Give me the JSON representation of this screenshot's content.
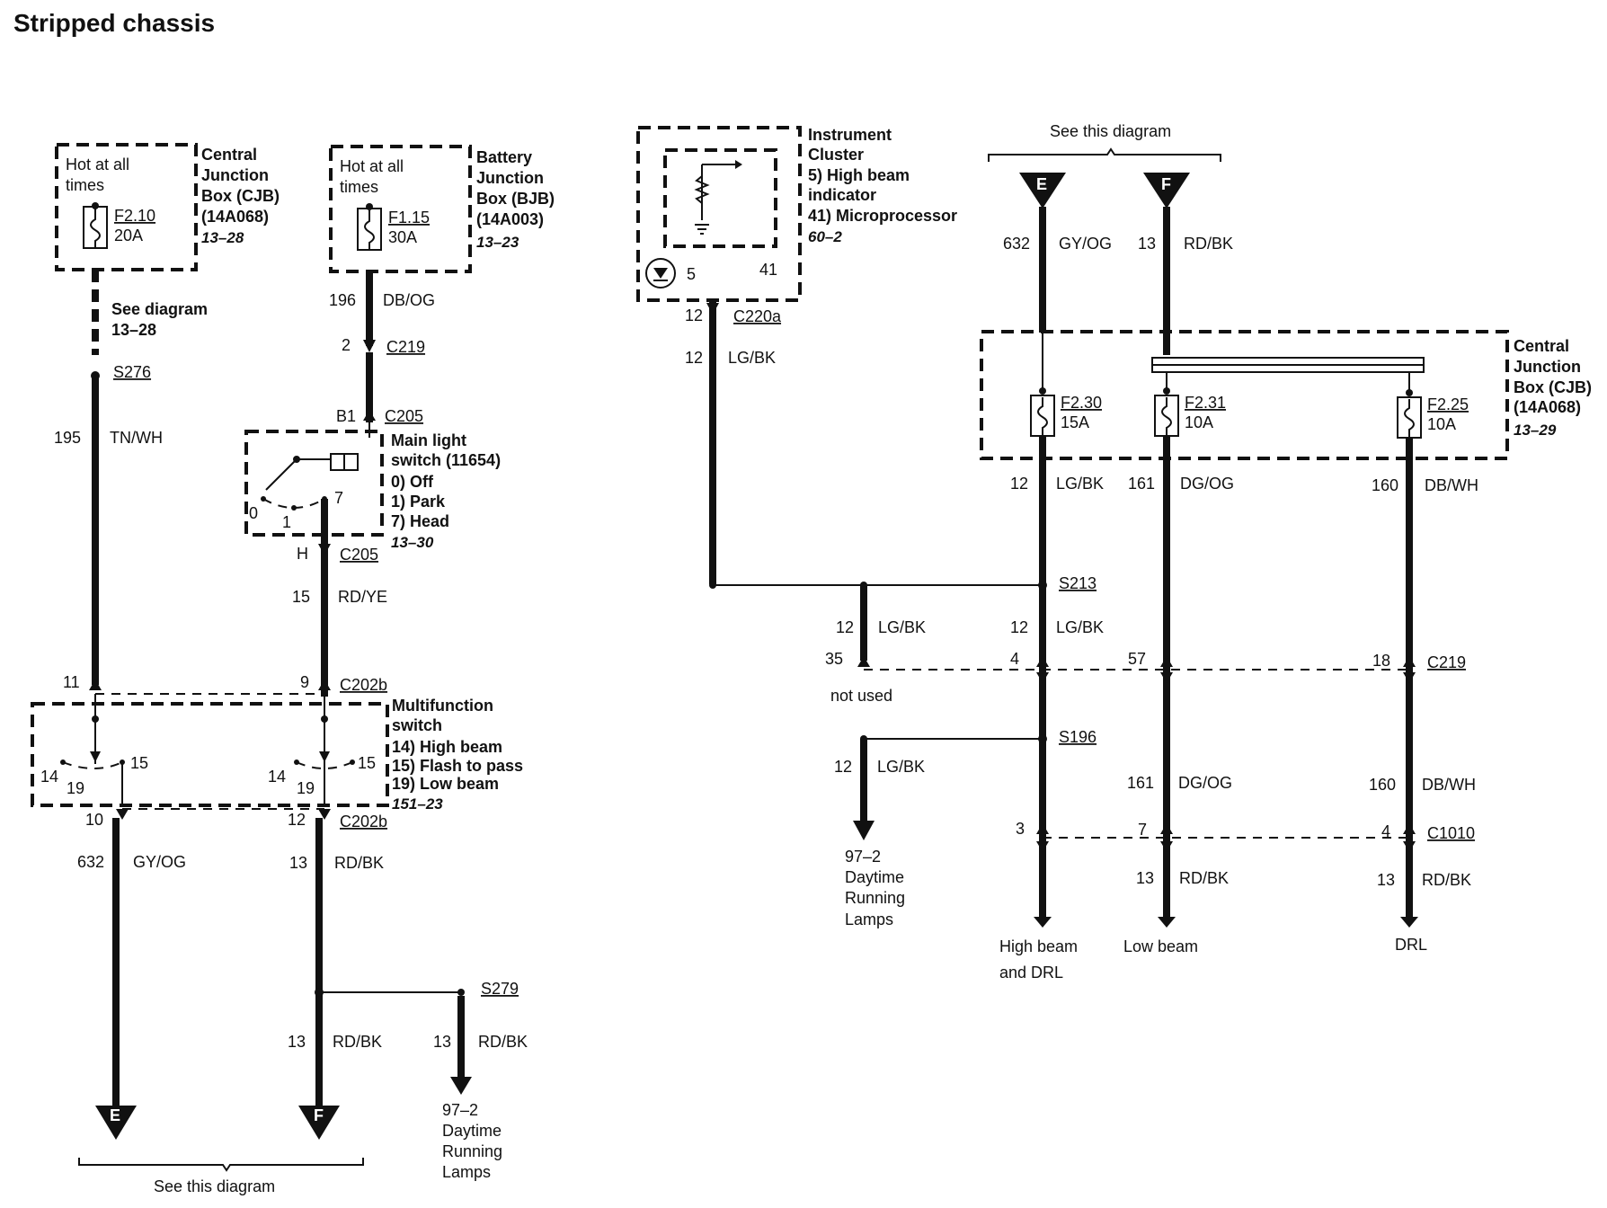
{
  "title": "Stripped chassis",
  "left": {
    "cjb": {
      "hot": [
        "Hot at all",
        "times"
      ],
      "fuse": "F2.10",
      "amps": "20A",
      "name": [
        "Central",
        "Junction",
        "Box (CJB)",
        "(14A068)"
      ],
      "ref": "13–28"
    },
    "bjb": {
      "hot": [
        "Hot at all",
        "times"
      ],
      "fuse": "F1.15",
      "amps": "30A",
      "name": [
        "Battery",
        "Junction",
        "Box (BJB)",
        "(14A003)"
      ],
      "ref": "13–23"
    },
    "see_diagram": [
      "See diagram",
      "13–28"
    ],
    "s276": "S276",
    "w195": "195",
    "w195c": "TN/WH",
    "w196": "196",
    "w196c": "DB/OG",
    "c219_pin": "2",
    "c219": "C219",
    "b1": "B1",
    "c205_top": "C205",
    "main_switch": {
      "title": [
        "Main light",
        "switch (11654)"
      ],
      "items": [
        "0) Off",
        "1) Park",
        "7) Head"
      ],
      "ref": "13–30",
      "p0": "0",
      "p1": "1",
      "p7": "7"
    },
    "h": "H",
    "c205_bot": "C205",
    "w15": "15",
    "w15c": "RD/YE",
    "p11": "11",
    "p9": "9",
    "c202b_top": "C202b",
    "mfs": {
      "title": [
        "Multifunction",
        "switch"
      ],
      "items": [
        "14) High beam",
        "15) Flash to pass",
        "19) Low beam"
      ],
      "ref": "151–23",
      "p14": "14",
      "p15": "15",
      "p19": "19"
    },
    "p10": "10",
    "p12": "12",
    "c202b_bot": "C202b",
    "w632": "632",
    "w632c": "GY/OG",
    "w13": "13",
    "w13c": "RD/BK",
    "s279": "S279",
    "w13b": "13",
    "w13bc": "RD/BK",
    "w13c2": "13",
    "w13cc": "RD/BK",
    "drl": [
      "97–2",
      "Daytime",
      "Running",
      "Lamps"
    ],
    "conn_e": "E",
    "conn_f": "F",
    "see_this": "See this diagram"
  },
  "right": {
    "ic": {
      "title": [
        "Instrument",
        "Cluster",
        "5) High beam",
        "indicator",
        "41) Microprocessor"
      ],
      "ref": "60–2",
      "p5": "5",
      "p41": "41"
    },
    "w12a": "12",
    "c220a": "C220a",
    "w12b": "12",
    "w12bc": "LG/BK",
    "see_this": "See this diagram",
    "conn_e": "E",
    "conn_f": "F",
    "w632": "632",
    "w632c": "GY/OG",
    "w13": "13",
    "w13c": "RD/BK",
    "cjb": {
      "name": [
        "Central",
        "Junction",
        "Box (CJB)",
        "(14A068)"
      ],
      "ref": "13–29"
    },
    "fuses": [
      {
        "id": "F2.30",
        "amps": "15A"
      },
      {
        "id": "F2.31",
        "amps": "10A"
      },
      {
        "id": "F2.25",
        "amps": "10A"
      }
    ],
    "w12c": "12",
    "w12cc": "LG/BK",
    "w161": "161",
    "w161c": "DG/OG",
    "w160": "160",
    "w160c": "DB/WH",
    "s213": "S213",
    "w12d": "12",
    "w12dc": "LG/BK",
    "w12e": "12",
    "w12ec": "LG/BK",
    "p35": "35",
    "p4": "4",
    "p57": "57",
    "p18": "18",
    "c219": "C219",
    "not_used": "not used",
    "s196": "S196",
    "w12f": "12",
    "w12fc": "LG/BK",
    "drl": [
      "97–2",
      "Daytime",
      "Running",
      "Lamps"
    ],
    "w161b": "161",
    "w161bc": "DG/OG",
    "w160b": "160",
    "w160bc": "DB/WH",
    "p3": "3",
    "p7": "7",
    "p4b": "4",
    "c1010": "C1010",
    "w13x": "13",
    "w13xc": "RD/BK",
    "w13y": "13",
    "w13yc": "RD/BK",
    "out_high": [
      "High beam",
      "and  DRL"
    ],
    "out_low": "Low beam",
    "out_drl": "DRL"
  }
}
